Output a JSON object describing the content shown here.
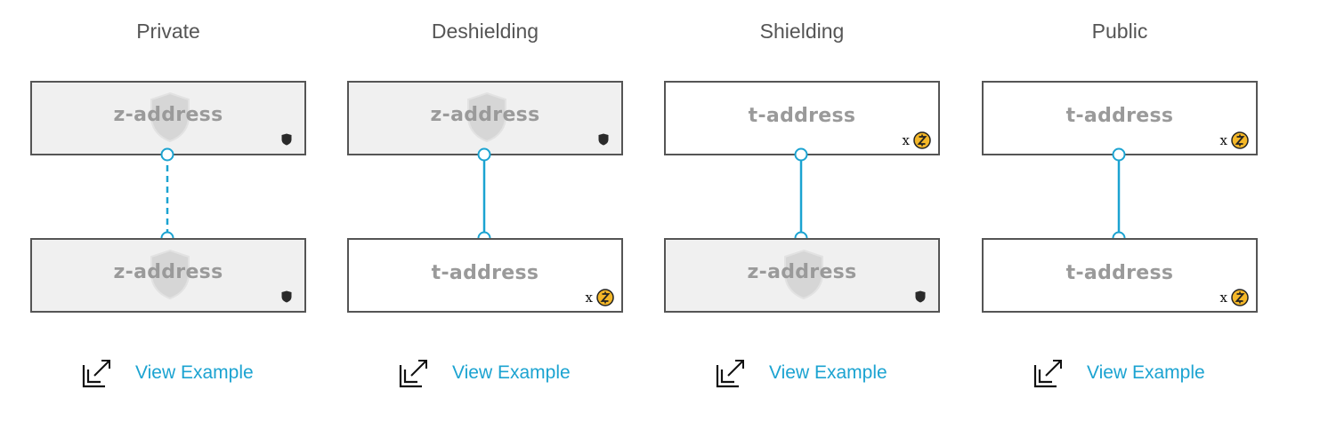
{
  "colors": {
    "accent": "#1ba3d1",
    "border": "#555555",
    "shielded_fill": "#f0f0f0",
    "label": "#9a9a9a",
    "coin": "#f4b728"
  },
  "columns": [
    {
      "title": "Private",
      "top": {
        "label": "z-address",
        "type": "z"
      },
      "bottom": {
        "label": "z-address",
        "type": "z"
      },
      "connector": "dashed",
      "link": "View Example"
    },
    {
      "title": "Deshielding",
      "top": {
        "label": "z-address",
        "type": "z"
      },
      "bottom": {
        "label": "t-address",
        "type": "t",
        "coin_prefix": "x"
      },
      "connector": "solid",
      "link": "View Example"
    },
    {
      "title": "Shielding",
      "top": {
        "label": "t-address",
        "type": "t",
        "coin_prefix": "x"
      },
      "bottom": {
        "label": "z-address",
        "type": "z"
      },
      "connector": "solid",
      "link": "View Example"
    },
    {
      "title": "Public",
      "top": {
        "label": "t-address",
        "type": "t",
        "coin_prefix": "x"
      },
      "bottom": {
        "label": "t-address",
        "type": "t",
        "coin_prefix": "x"
      },
      "connector": "solid",
      "link": "View Example"
    }
  ]
}
